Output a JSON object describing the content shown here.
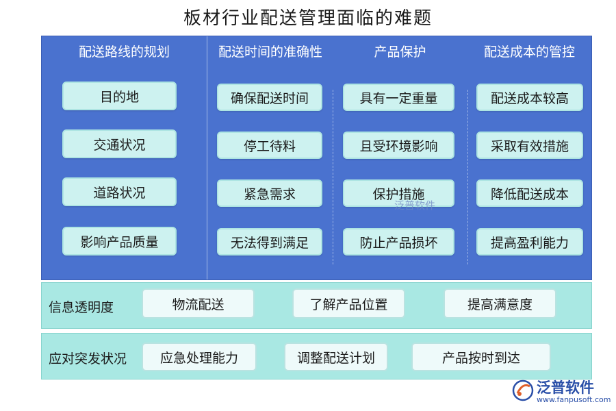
{
  "title": "板材行业配送管理面临的难题",
  "columns": [
    {
      "heading": "配送路线的规划",
      "items": [
        "目的地",
        "交通状况",
        "道路状况",
        "影响产品质量"
      ]
    },
    {
      "heading": "配送时间的准确性",
      "items": [
        "确保配送时间",
        "停工待料",
        "紧急需求",
        "无法得到满足"
      ]
    },
    {
      "heading": "产品保护",
      "items": [
        "具有一定重量",
        "且受环境影响",
        "保护措施",
        "防止产品损坏"
      ]
    },
    {
      "heading": "配送成本的管控",
      "items": [
        "配送成本较高",
        "采取有效措施",
        "降低配送成本",
        "提高盈利能力"
      ]
    }
  ],
  "bands": [
    {
      "label": "信息透明度",
      "items": [
        "物流配送",
        "了解产品位置",
        "提高满意度"
      ]
    },
    {
      "label": "应对突发状况",
      "items": [
        "应急处理能力",
        "调整配送计划",
        "产品按时到达"
      ]
    }
  ],
  "watermark": "泛普软件",
  "logo": {
    "name": "泛普软件",
    "url": "www.fanpusoft.com",
    "icon": "fanpu-logo-icon"
  },
  "colors": {
    "panel": "#4a72cf",
    "pill": "#cdf2f0",
    "band": "#a9e8e3",
    "band_pill": "#eefafa"
  }
}
